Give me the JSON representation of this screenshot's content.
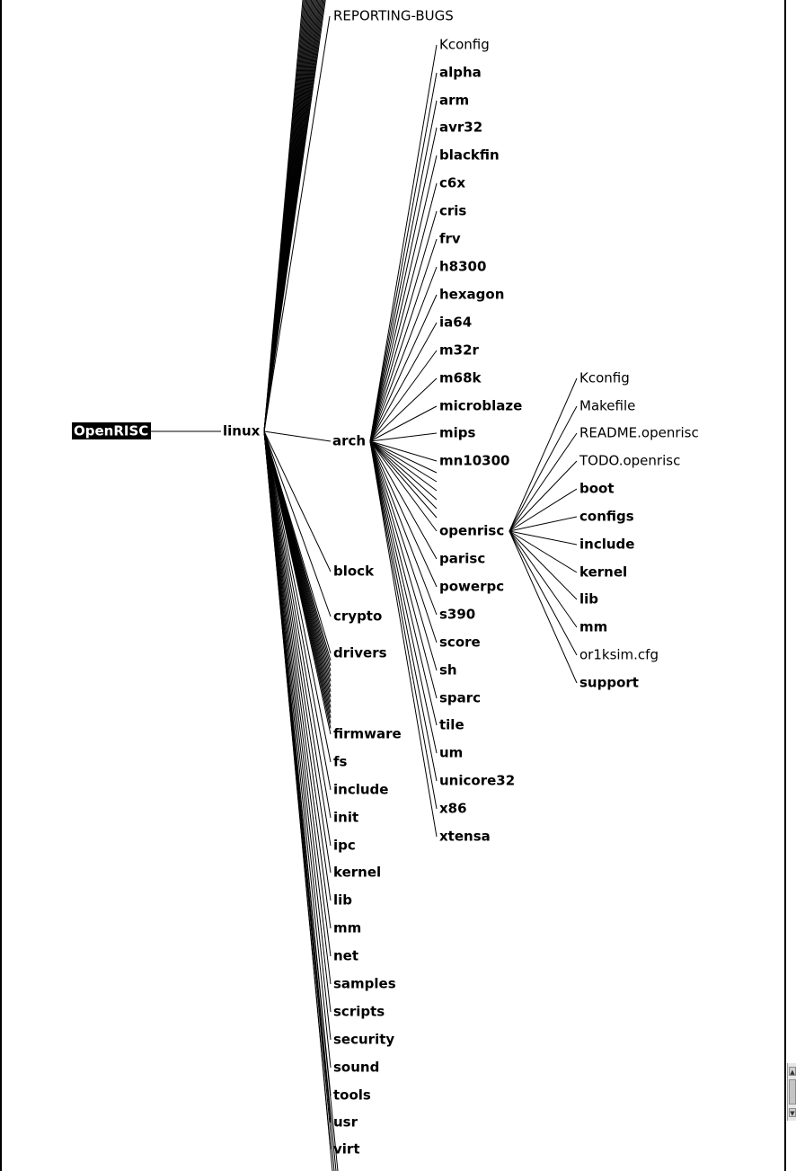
{
  "tree": {
    "root": "OpenRISC",
    "child": "linux",
    "top_item": "REPORTING-BUGS",
    "linux_items": [
      "block",
      "crypto",
      "drivers",
      "firmware",
      "fs",
      "include",
      "init",
      "ipc",
      "kernel",
      "lib",
      "mm",
      "net",
      "samples",
      "scripts",
      "security",
      "sound",
      "tools",
      "usr",
      "virt"
    ],
    "arch": {
      "label": "arch",
      "items": [
        "Kconfig",
        "alpha",
        "arm",
        "avr32",
        "blackfin",
        "c6x",
        "cris",
        "frv",
        "h8300",
        "hexagon",
        "ia64",
        "m32r",
        "m68k",
        "microblaze",
        "mips",
        "mn10300",
        "openrisc",
        "parisc",
        "powerpc",
        "s390",
        "score",
        "sh",
        "sparc",
        "tile",
        "um",
        "unicore32",
        "x86",
        "xtensa"
      ]
    },
    "openrisc": {
      "label": "openrisc",
      "items": [
        "Kconfig",
        "Makefile",
        "README.openrisc",
        "TODO.openrisc",
        "boot",
        "configs",
        "include",
        "kernel",
        "lib",
        "mm",
        "or1ksim.cfg",
        "support"
      ]
    }
  },
  "colors": {
    "background": "#ffffff",
    "line": "#000000",
    "root_bg": "#000000",
    "root_text": "#ffffff"
  }
}
